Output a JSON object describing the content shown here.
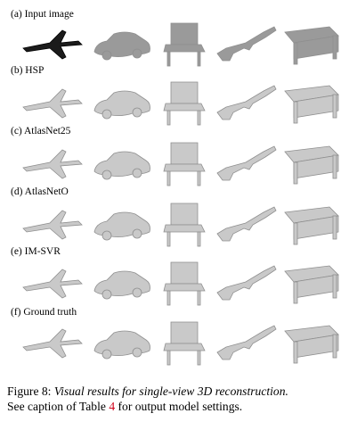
{
  "figure": {
    "rows": [
      {
        "label": "(a) Input image",
        "kind": "input"
      },
      {
        "label": "(b) HSP",
        "kind": "render"
      },
      {
        "label": "(c) AtlasNet25",
        "kind": "render"
      },
      {
        "label": "(d) AtlasNetO",
        "kind": "render"
      },
      {
        "label": "(e) IM-SVR",
        "kind": "render"
      },
      {
        "label": "(f) Ground truth",
        "kind": "render"
      }
    ],
    "columns": [
      "airplane",
      "car",
      "chair",
      "rifle",
      "table"
    ]
  },
  "caption": {
    "prefix": "Figure 8: ",
    "italic": "Visual results for single-view 3D reconstruction.",
    "line2_start": "See caption of Table ",
    "table_ref": "4",
    "line2_end": " for output model settings."
  },
  "colors": {
    "input": "#1b1b1b",
    "render": "#c9c9c9",
    "ref": "#d0021b"
  }
}
